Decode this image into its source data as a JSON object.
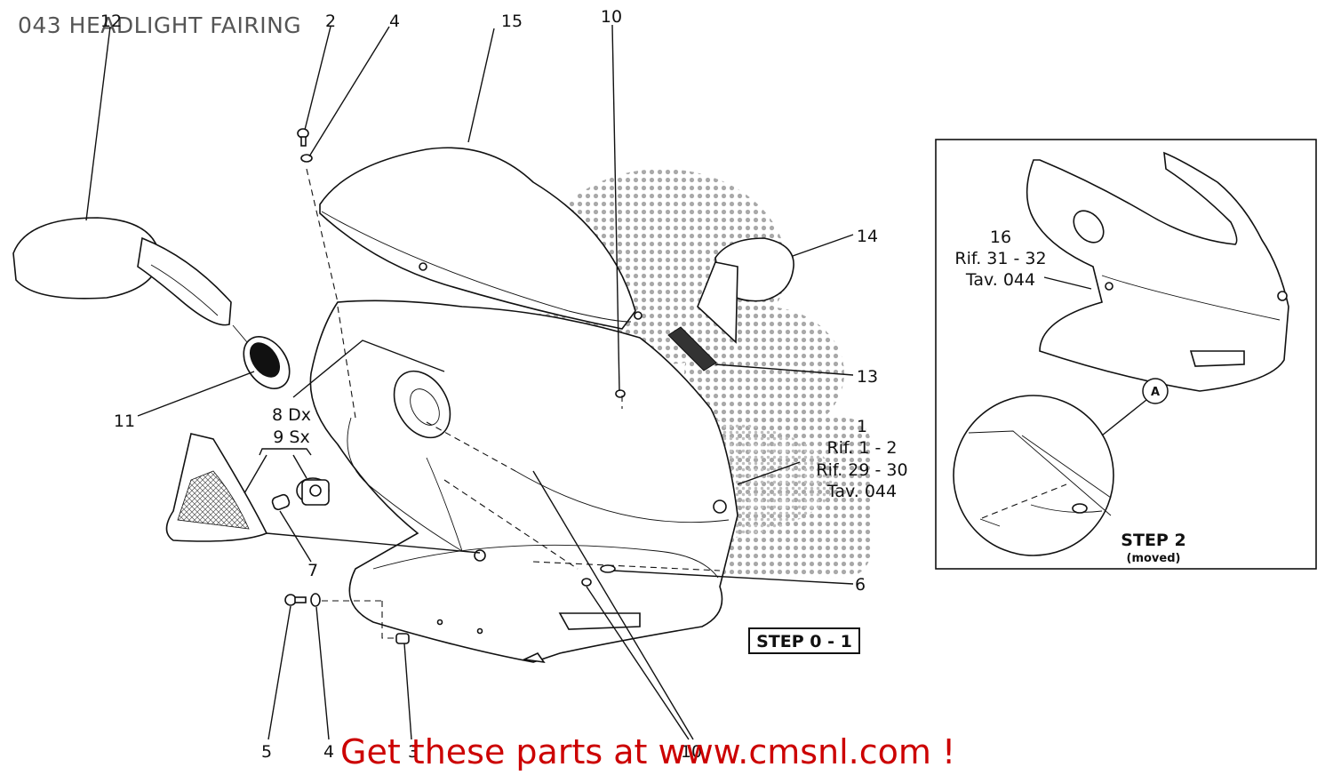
{
  "title": "043 HEADLIGHT FAIRING",
  "promo_text": "Get these parts at www.cmsnl.com !",
  "step_main_label": "STEP 0 - 1",
  "step2": {
    "label": "STEP 2",
    "sublabel": "(moved)"
  },
  "inset_marker": "A",
  "callouts": {
    "c12": "12",
    "c2": "2",
    "c4_top": "4",
    "c15": "15",
    "c10_top": "10",
    "c14": "14",
    "c13": "13",
    "c11": "11",
    "c8": "8 Dx",
    "c9": "9 Sx",
    "c1": "1",
    "c1_ref1": "Rif. 1 - 2",
    "c1_ref2": "Rif. 29 - 30",
    "c1_ref3": "Tav. 044",
    "c7": "7",
    "c6": "6",
    "c5": "5",
    "c4_bottom": "4",
    "c3": "3",
    "c10_bottom": "10",
    "c16": "16",
    "c16_ref1": "Rif. 31 - 32",
    "c16_ref2": "Tav. 044"
  },
  "colors": {
    "promo": "#cc0000",
    "title": "#555555",
    "ink": "#111111"
  }
}
